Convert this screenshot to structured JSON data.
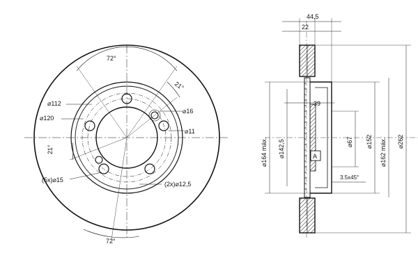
{
  "front_view": {
    "angle_top": "72°",
    "angle_right": "21°",
    "angle_left": "21°",
    "angle_bottom": "72°",
    "dia_112": "⌀112",
    "dia_120": "⌀120",
    "dia_16": "⌀16",
    "dia_11": "⌀11",
    "holes_15": "(5x)⌀15",
    "holes_12_5": "(2x)⌀12,5"
  },
  "side_view": {
    "dim_44_5": "44,5",
    "dim_22": "22",
    "dim_39": "39",
    "dia_164": "⌀164 máx.",
    "dia_142_5": "⌀142,5",
    "dia_67": "⌀67",
    "dia_152": "⌀152",
    "dia_162": "⌀162 máx.",
    "dia_262": "⌀262",
    "label_a": "A",
    "chamfer": "3.5x45°"
  }
}
